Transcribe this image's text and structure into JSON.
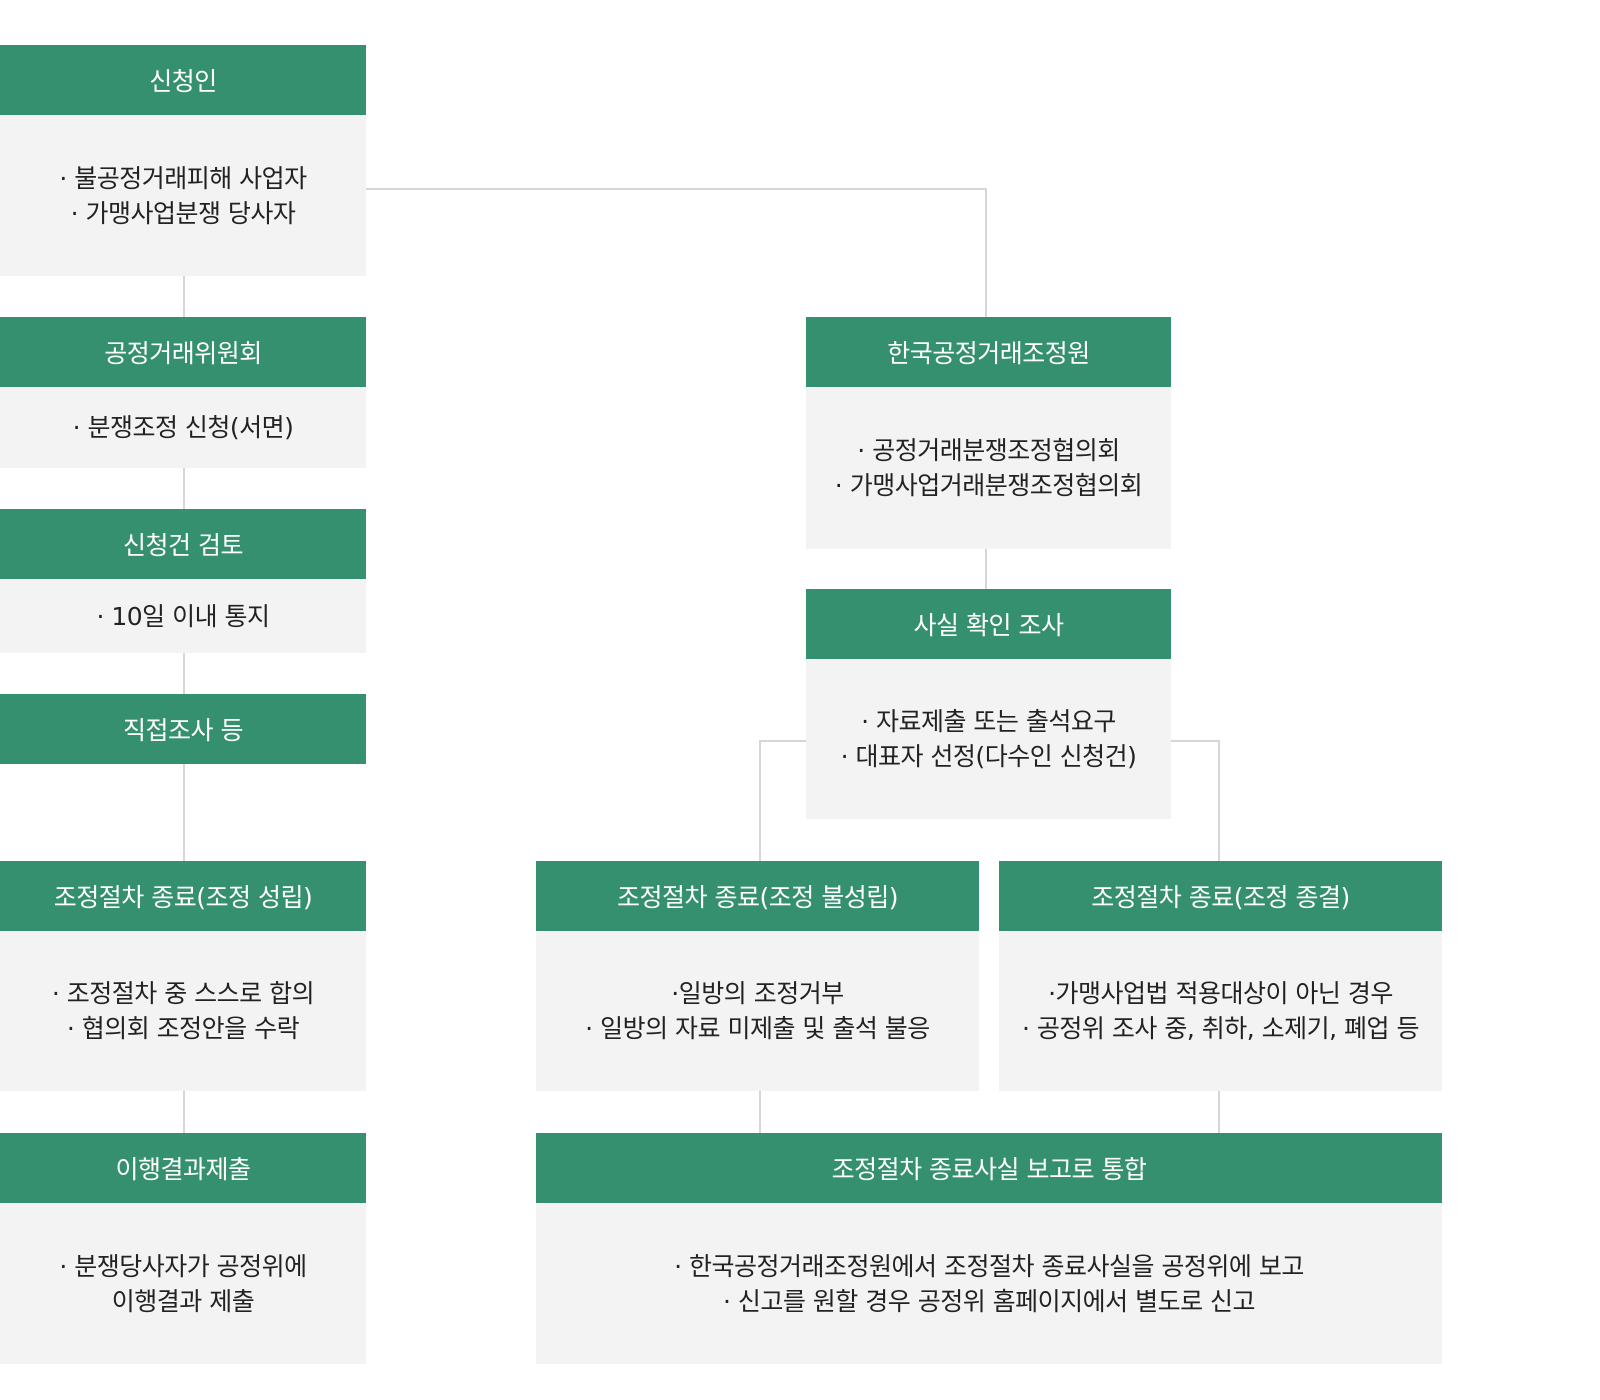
{
  "colors": {
    "header_bg": "#35906f",
    "body_bg": "#f3f3f3",
    "connector": "#d6d6d6",
    "header_text": "#ffffff",
    "body_text": "#222222"
  },
  "boxes": {
    "applicant": {
      "title": "신청인",
      "lines": [
        "· 불공정거래피해 사업자",
        "· 가맹사업분쟁 당사자"
      ]
    },
    "ftc": {
      "title": "공정거래위원회",
      "lines": [
        "· 분쟁조정 신청(서면)"
      ]
    },
    "review": {
      "title": "신청건 검토",
      "lines": [
        "· 10일 이내 통지"
      ]
    },
    "direct_investigation": {
      "title": "직접조사 등",
      "lines": []
    },
    "end_success": {
      "title": "조정절차 종료(조정 성립)",
      "lines": [
        "· 조정절차 중 스스로 합의",
        "· 협의회 조정안을 수락"
      ]
    },
    "performance": {
      "title": "이행결과제출",
      "lines": [
        "· 분쟁당사자가 공정위에",
        "이행결과 제출"
      ]
    },
    "kofair": {
      "title": "한국공정거래조정원",
      "lines": [
        "· 공정거래분쟁조정협의회",
        "· 가맹사업거래분쟁조정협의회"
      ]
    },
    "fact_check": {
      "title": "사실 확인 조사",
      "lines": [
        "· 자료제출 또는 출석요구",
        "· 대표자 선정(다수인 신청건)"
      ]
    },
    "end_failure": {
      "title": "조정절차 종료(조정 불성립)",
      "lines": [
        "·일방의 조정거부",
        "· 일방의 자료 미제출 및 출석 불응"
      ]
    },
    "end_termination": {
      "title": "조정절차 종료(조정 종결)",
      "lines": [
        "·가맹사업법 적용대상이 아닌 경우",
        "· 공정위 조사 중, 취하, 소제기, 폐업 등"
      ]
    },
    "report_merge": {
      "title": "조정절차 종료사실 보고로 통합",
      "lines": [
        "· 한국공정거래조정원에서 조정절차 종료사실을 공정위에 보고",
        "· 신고를 원할 경우 공정위 홈페이지에서 별도로 신고"
      ]
    }
  }
}
